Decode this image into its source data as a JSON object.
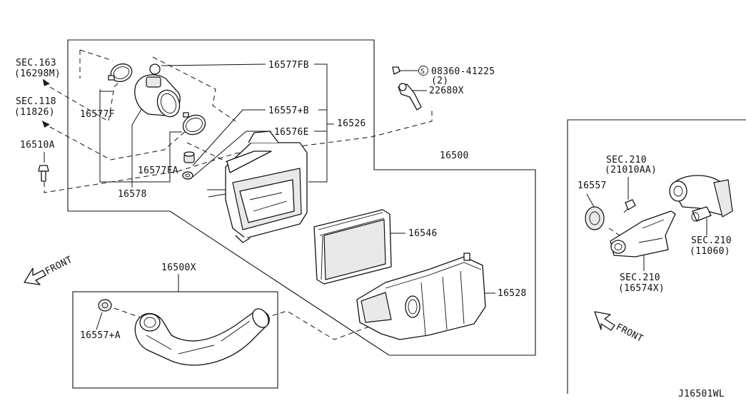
{
  "labels": {
    "sec163": "SEC.163",
    "sec163_ref": "(16298M)",
    "sec118": "SEC.118",
    "sec118_ref": "(11826)",
    "p16510A": "16510A",
    "p16577F": "16577F",
    "p16578": "16578",
    "p16577FA": "16577FA",
    "p16577FB": "16577FB",
    "p16557B": "16557+B",
    "p16576E": "16576E",
    "p16526": "16526",
    "bolt_code": "08360-41225",
    "bolt_qty": "(2)",
    "bolt_symbol": "S",
    "p22680X": "22680X",
    "p16500": "16500",
    "p16546": "16546",
    "p16528": "16528",
    "p16500X": "16500X",
    "p16557A": "16557+A",
    "front_left": "FRONT",
    "front_right": "FRONT",
    "p16557": "16557",
    "sec210a": "SEC.210",
    "sec210a_ref": "(21010AA)",
    "sec210b": "SEC.210",
    "sec210b_ref": "(11060)",
    "sec210c": "SEC.210",
    "sec210c_ref": "(16574X)",
    "diagram_code": "J16501WL"
  }
}
